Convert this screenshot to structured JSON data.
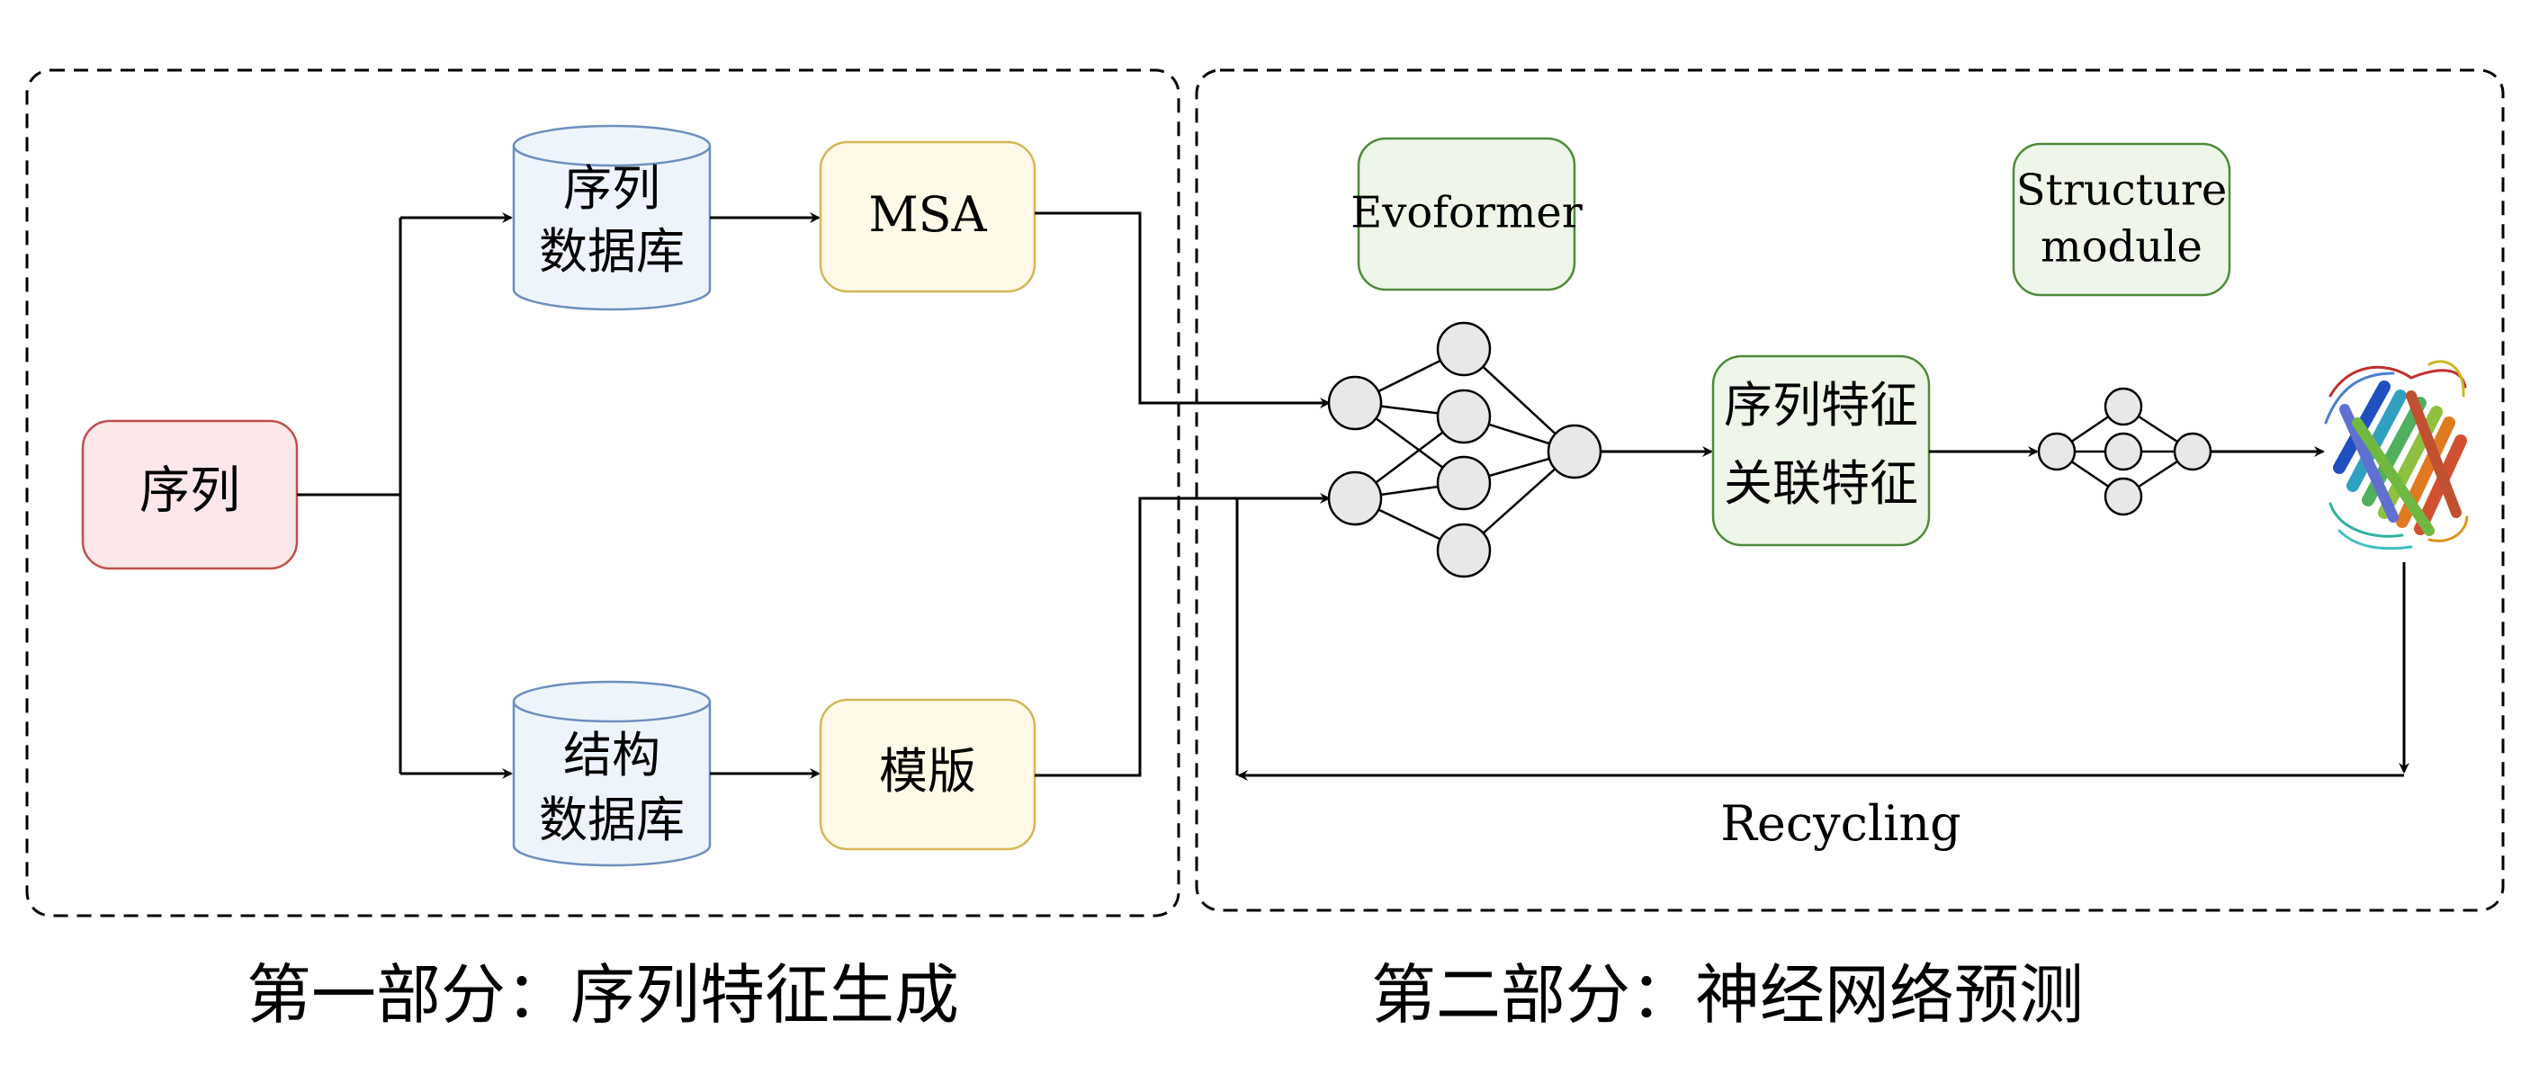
{
  "part1": {
    "caption": "第一部分：序列特征生成",
    "sequence_label": "序列",
    "seq_db_line1": "序列",
    "seq_db_line2": "数据库",
    "msa_label": "MSA",
    "struct_db_line1": "结构",
    "struct_db_line2": "数据库",
    "template_label": "模版"
  },
  "part2": {
    "caption": "第二部分：神经网络预测",
    "evoformer_label": "Evoformer",
    "structure_line1": "Structure",
    "structure_line2": "module",
    "features_line1": "序列特征",
    "features_line2": "关联特征",
    "recycling_label": "Recycling"
  },
  "colors": {
    "sequence_fill": "#fce8e8",
    "sequence_stroke": "#c0504d",
    "db_fill": "#eef4fc",
    "db_stroke": "#6c8ebf",
    "yellow_fill": "#fff9e8",
    "yellow_stroke": "#d6b656",
    "green_fill": "#eef5e9",
    "green_stroke": "#4e8a3a",
    "node_fill": "#e8e8e8",
    "line": "#000000"
  }
}
